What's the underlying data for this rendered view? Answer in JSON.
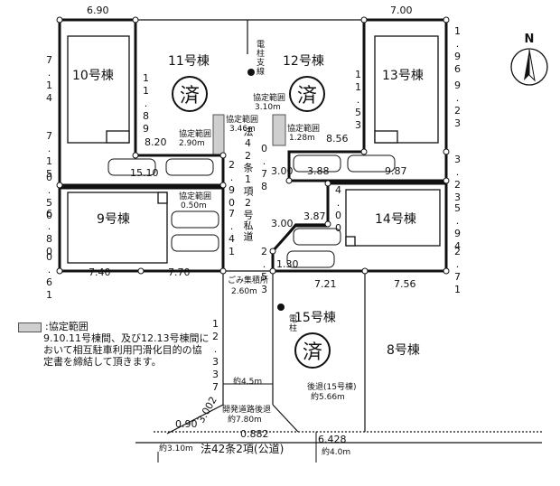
{
  "lots": {
    "lot10": "10号棟",
    "lot11": "11号棟",
    "lot12": "12号棟",
    "lot13": "13号棟",
    "lot9": "9号棟",
    "lot14": "14号棟",
    "lot15": "15号棟",
    "lot8": "8号棟"
  },
  "stamp_char": "済",
  "north": "N",
  "road": {
    "private": "法42条1項2号私道",
    "public": "法42条2項(公道)",
    "public_width": "約3.10m",
    "public_width2": "約4.0m",
    "setback_dev": "開発道路後退",
    "setback_dev_val": "約7.80m",
    "setback_15": "後退(15号棟)",
    "setback_15_val": "約5.66m",
    "road_width": "約4.5m"
  },
  "labels": {
    "pole_branch": "電柱支線",
    "pole": "電柱",
    "garbage": "ごみ集積所",
    "garbage_val": "2.60m",
    "agree": "協定範囲",
    "agree_a": "2.90m",
    "agree_b": "3.46m",
    "agree_c": "3.10m",
    "agree_d": "1.28m",
    "agree_e": "0.50m"
  },
  "legend": {
    "title": ":協定範囲",
    "text": "9.10.11号棟間、及び12.13号棟間において相互駐車利用円滑化目的の協定書を締結して頂きます。"
  },
  "dims": {
    "d690": "6.90",
    "d700": "7.00",
    "d196": "1.96",
    "d714": "7.14",
    "d1189": "11.89",
    "d1153": "11.53",
    "d923": "9.23",
    "d715": "7.15",
    "d820": "8.20",
    "d856": "8.56",
    "d1510": "15.10",
    "d290": "2.90",
    "d078": "0.78",
    "d300a": "3.00",
    "d388": "3.88",
    "d987": "9.87",
    "d323": "3.23",
    "d050": "0.50",
    "d680": "6.80",
    "d741": "7.41",
    "d400": "4.00",
    "d387": "3.87",
    "d300b": "3.00",
    "d594": "5.94",
    "d061": "0.61",
    "d740": "7.40",
    "d770": "7.70",
    "d253": "2.53",
    "d130": "1.30",
    "d721": "7.21",
    "d756": "7.56",
    "d271": "2.71",
    "d12337": "12.337",
    "d3002": "3.002",
    "d090": "0.90",
    "d0882": "0.882",
    "d6428": "6.428"
  }
}
